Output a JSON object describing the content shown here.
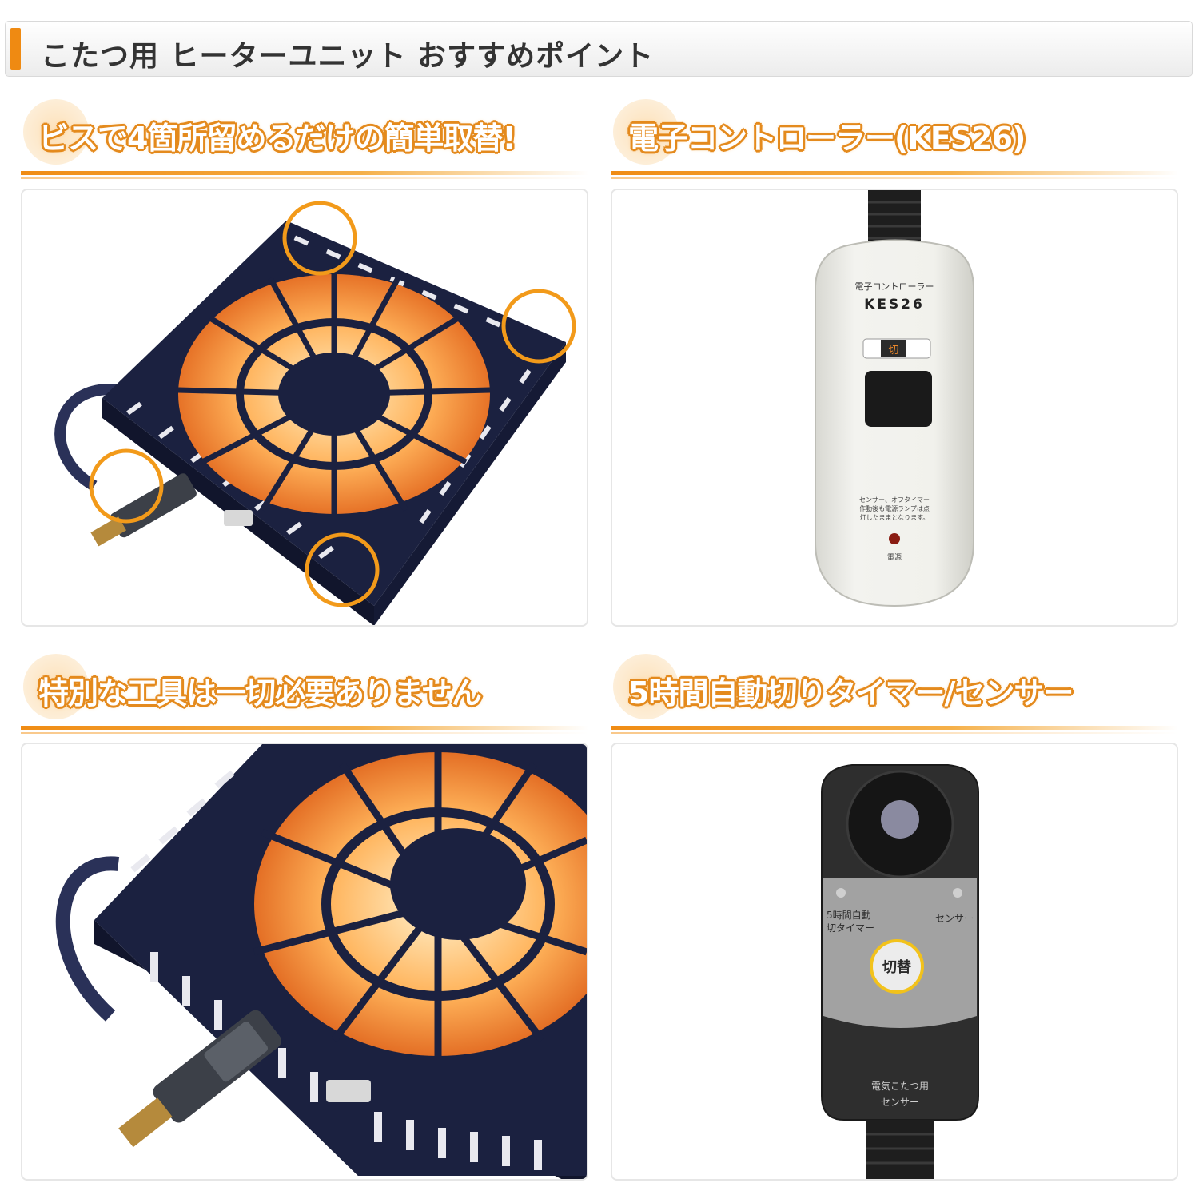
{
  "header": {
    "title": "こたつ用 ヒーターユニット おすすめポイント"
  },
  "sections": [
    {
      "heading": "ビスで4箇所留めるだけの簡単取替!"
    },
    {
      "heading": "電子コントローラー(KES26)"
    },
    {
      "heading": "特別な工具は一切必要ありません"
    },
    {
      "heading": "5時間自動切りタイマー/センサー"
    }
  ],
  "controller": {
    "label_top": "電子コントローラー",
    "model": "KES26",
    "switch_label": "切",
    "note_line1": "センサー、オフタイマー",
    "note_line2": "作動後も電源ランプは点",
    "note_line3": "灯したままとなります。",
    "power_label": "電源"
  },
  "sensor": {
    "timer_label_line1": "5時間自動",
    "timer_label_line2": "切タイマー",
    "sensor_label": "センサー",
    "button_label": "切替",
    "device_label_line1": "電気こたつ用",
    "device_label_line2": "センサー"
  },
  "colors": {
    "accent_orange": "#ef8a12",
    "highlight_circle": "#f29a1a",
    "heater_body": "#1b2140",
    "heater_glow": "#ffb35a"
  }
}
